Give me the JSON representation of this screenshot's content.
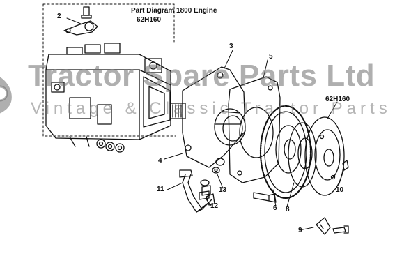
{
  "title": "Part Diagram 1800 Engine",
  "part_code_top": "62H160",
  "part_code_right": "62H160",
  "watermark": {
    "line1": "Tractor Spare Parts Ltd",
    "line2": "Vintage & Classic Tractor Parts"
  },
  "callouts": [
    "2",
    "3",
    "4",
    "5",
    "6",
    "8",
    "9",
    "10",
    "11",
    "12",
    "13"
  ],
  "colors": {
    "ink": "#111111",
    "watermark": "#7a7a7a"
  }
}
